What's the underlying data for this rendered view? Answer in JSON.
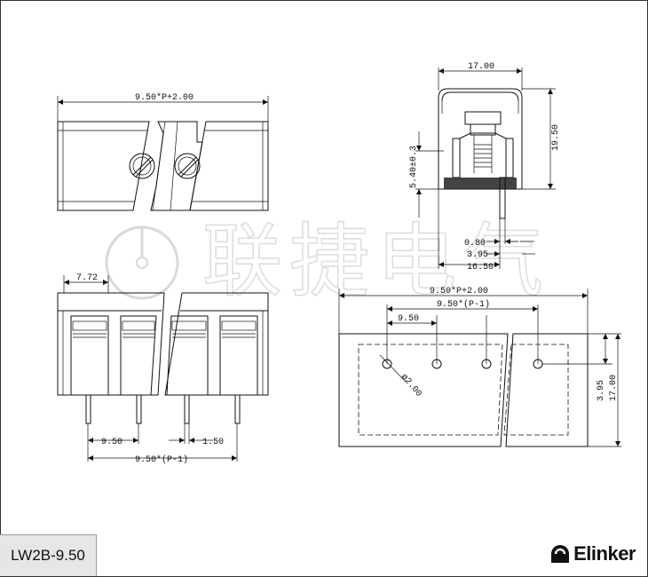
{
  "watermark": {
    "text": "联捷电气"
  },
  "top_view": {
    "overall_width": "9.50*P+2.00"
  },
  "side_view": {
    "width": "17.00",
    "height": "19.50",
    "wire_depth": "5.40±0.3",
    "pin_width": "0.80",
    "pin_offset": "3.95",
    "pin_depth": "16.50"
  },
  "front_view": {
    "edge_offset": "7.72",
    "pitch": "9.50",
    "pin_width": "1.50",
    "pin_span": "9.50*(P-1)"
  },
  "pcb_layout": {
    "overall_width": "9.50*P+2.00",
    "hole_span": "9.50*(P-1)",
    "pitch": "9.50",
    "hole_diameter": "ø2.00",
    "hole_offset": "3.95",
    "depth": "17.00"
  },
  "footer": {
    "model": "LW2B-9.50",
    "brand": "Elinker"
  }
}
